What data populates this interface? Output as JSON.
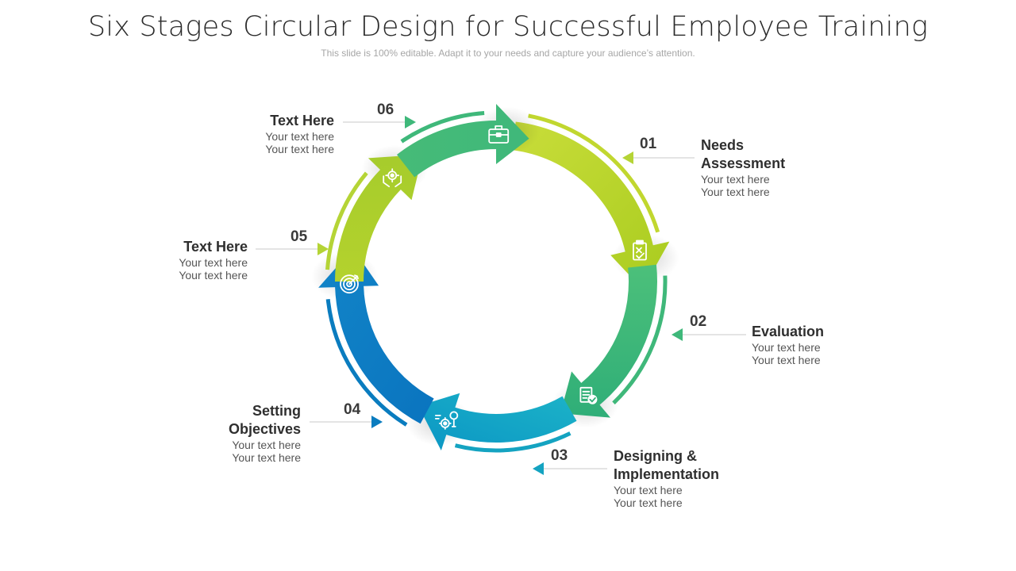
{
  "title": "Six Stages Circular Design for Successful Employee Training",
  "subtitle": "This slide is 100% editable. Adapt it to your needs and capture your audience’s attention.",
  "stages": [
    {
      "number": "01",
      "label_lines": [
        "Needs",
        "Assessment"
      ],
      "text": [
        "Your text here",
        "Your text here"
      ],
      "color": "#c1d72f",
      "icon": "clipboard-check-icon"
    },
    {
      "number": "02",
      "label_lines": [
        "Evaluation"
      ],
      "text": [
        "Your text here",
        "Your text here"
      ],
      "color": "#3fb87a",
      "icon": "checklist-badge-icon"
    },
    {
      "number": "03",
      "label_lines": [
        "Designing &",
        "Implementation"
      ],
      "text": [
        "Your text here",
        "Your text here"
      ],
      "color": "#14a3c1",
      "icon": "gears-lightbulb-icon"
    },
    {
      "number": "04",
      "label_lines": [
        "Setting",
        "Objectives"
      ],
      "text": [
        "Your text here",
        "Your text here"
      ],
      "color": "#0a7cbf",
      "icon": "target-icon"
    },
    {
      "number": "05",
      "label_lines": [
        "Text Here"
      ],
      "text": [
        "Your text here",
        "Your text here"
      ],
      "color": "#b5d436",
      "icon": "hands-gear-icon"
    },
    {
      "number": "06",
      "label_lines": [
        "Text Here"
      ],
      "text": [
        "Your text here",
        "Your text here"
      ],
      "color": "#3fb87a",
      "icon": "briefcase-icon"
    }
  ]
}
